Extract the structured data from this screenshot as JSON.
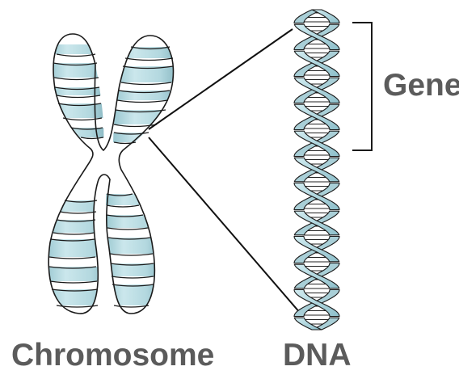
{
  "labels": {
    "chromosome": "Chromosome",
    "dna": "DNA",
    "gene": "Gene"
  },
  "colors": {
    "band_fill": "#b9dde4",
    "band_shade": "#7fb2bd",
    "outline": "#1a1a1a",
    "label_text": "#5b5b5b"
  }
}
